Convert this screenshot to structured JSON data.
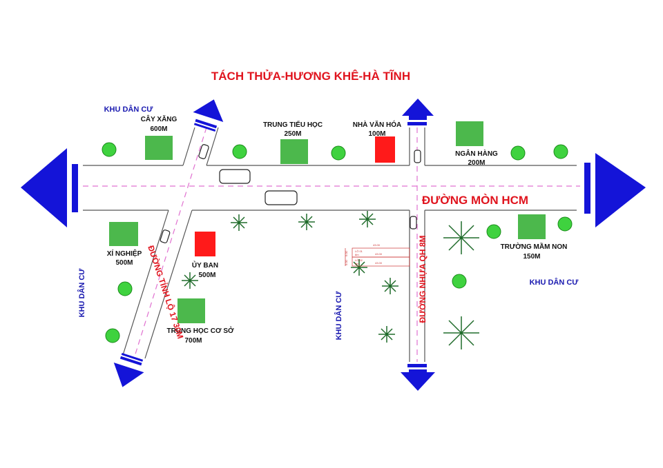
{
  "title": "TÁCH THỬA-HƯƠNG KHÊ-HÀ TĨNH",
  "colors": {
    "title": "#e0141e",
    "arrow": "#1414d8",
    "park": "#4cb84c",
    "civic": "#ff1a1a",
    "road_center": "#e070d0",
    "tree": "#3fd23f",
    "palm": "#1f6b2a"
  },
  "residential": [
    "KHU DÂN CƯ",
    "KHU DÂN CƯ",
    "KHU DÂN CƯ",
    "KHU DÂN CƯ"
  ],
  "roads": {
    "main": "ĐƯỜNG MÒN HCM",
    "diagonal": "ĐƯỜNG TỈNH LỘ 17 30M",
    "vertical": "ĐƯỜNG NHỰA QH 8M"
  },
  "places": [
    {
      "name": "CÂY XĂNG",
      "distance": "600M"
    },
    {
      "name": "TRUNG TIỂU HỌC",
      "distance": "250M"
    },
    {
      "name": "NHÀ VĂN HÓA",
      "distance": "100M"
    },
    {
      "name": "NGÂN HÀNG",
      "distance": "200M"
    },
    {
      "name": "XÍ NGHIỆP",
      "distance": "500M"
    },
    {
      "name": "ỦY BAN",
      "distance": "500M"
    },
    {
      "name": "TRUNG HỌC CƠ SỞ",
      "distance": "700M"
    },
    {
      "name": "TRƯỜNG MẦM NON",
      "distance": "150M"
    }
  ],
  "lots": {
    "top_dim": "43.00",
    "rows": [
      {
        "id": "LÔ 01",
        "area": "8m",
        "dim": "43.00",
        "width": "5.00"
      },
      {
        "id": "LÔ 02",
        "area": "8m",
        "dim": "43.00",
        "width": "5.00"
      }
    ]
  }
}
